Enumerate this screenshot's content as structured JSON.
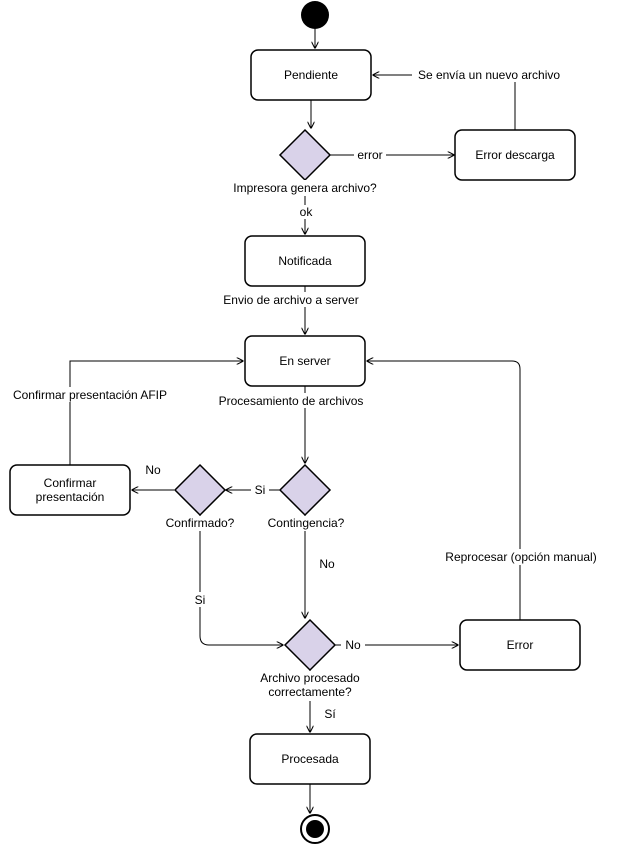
{
  "nodes": {
    "pendiente": "Pendiente",
    "error_descarga": "Error descarga",
    "notificada": "Notificada",
    "en_server": "En server",
    "confirmar_presentacion": [
      "Confirmar",
      "presentación"
    ],
    "error": "Error",
    "procesada": "Procesada"
  },
  "decisions": {
    "impresora": "Impresora genera archivo?",
    "contingencia": "Contingencia?",
    "confirmado": "Confirmado?",
    "archivo_procesado": [
      "Archivo procesado",
      "correctamente?"
    ]
  },
  "edge_labels": {
    "nuevo_archivo": "Se envía un nuevo archivo",
    "error": "error",
    "ok": "ok",
    "envio": "Envio de archivo a server",
    "procesamiento": "Procesamiento de archivos",
    "confirmar_afip": "Confirmar presentación AFIP",
    "si_contingencia": "Si",
    "no_confirmado": "No",
    "no_contingencia": "No",
    "si_confirmado": "Si",
    "no_archivo": "No",
    "si_archivo": "Sí",
    "reprocesar": "Reprocesar (opción manual)"
  },
  "colors": {
    "decision_fill": "#d9d2e9",
    "stroke": "#000000",
    "background": "#ffffff"
  }
}
